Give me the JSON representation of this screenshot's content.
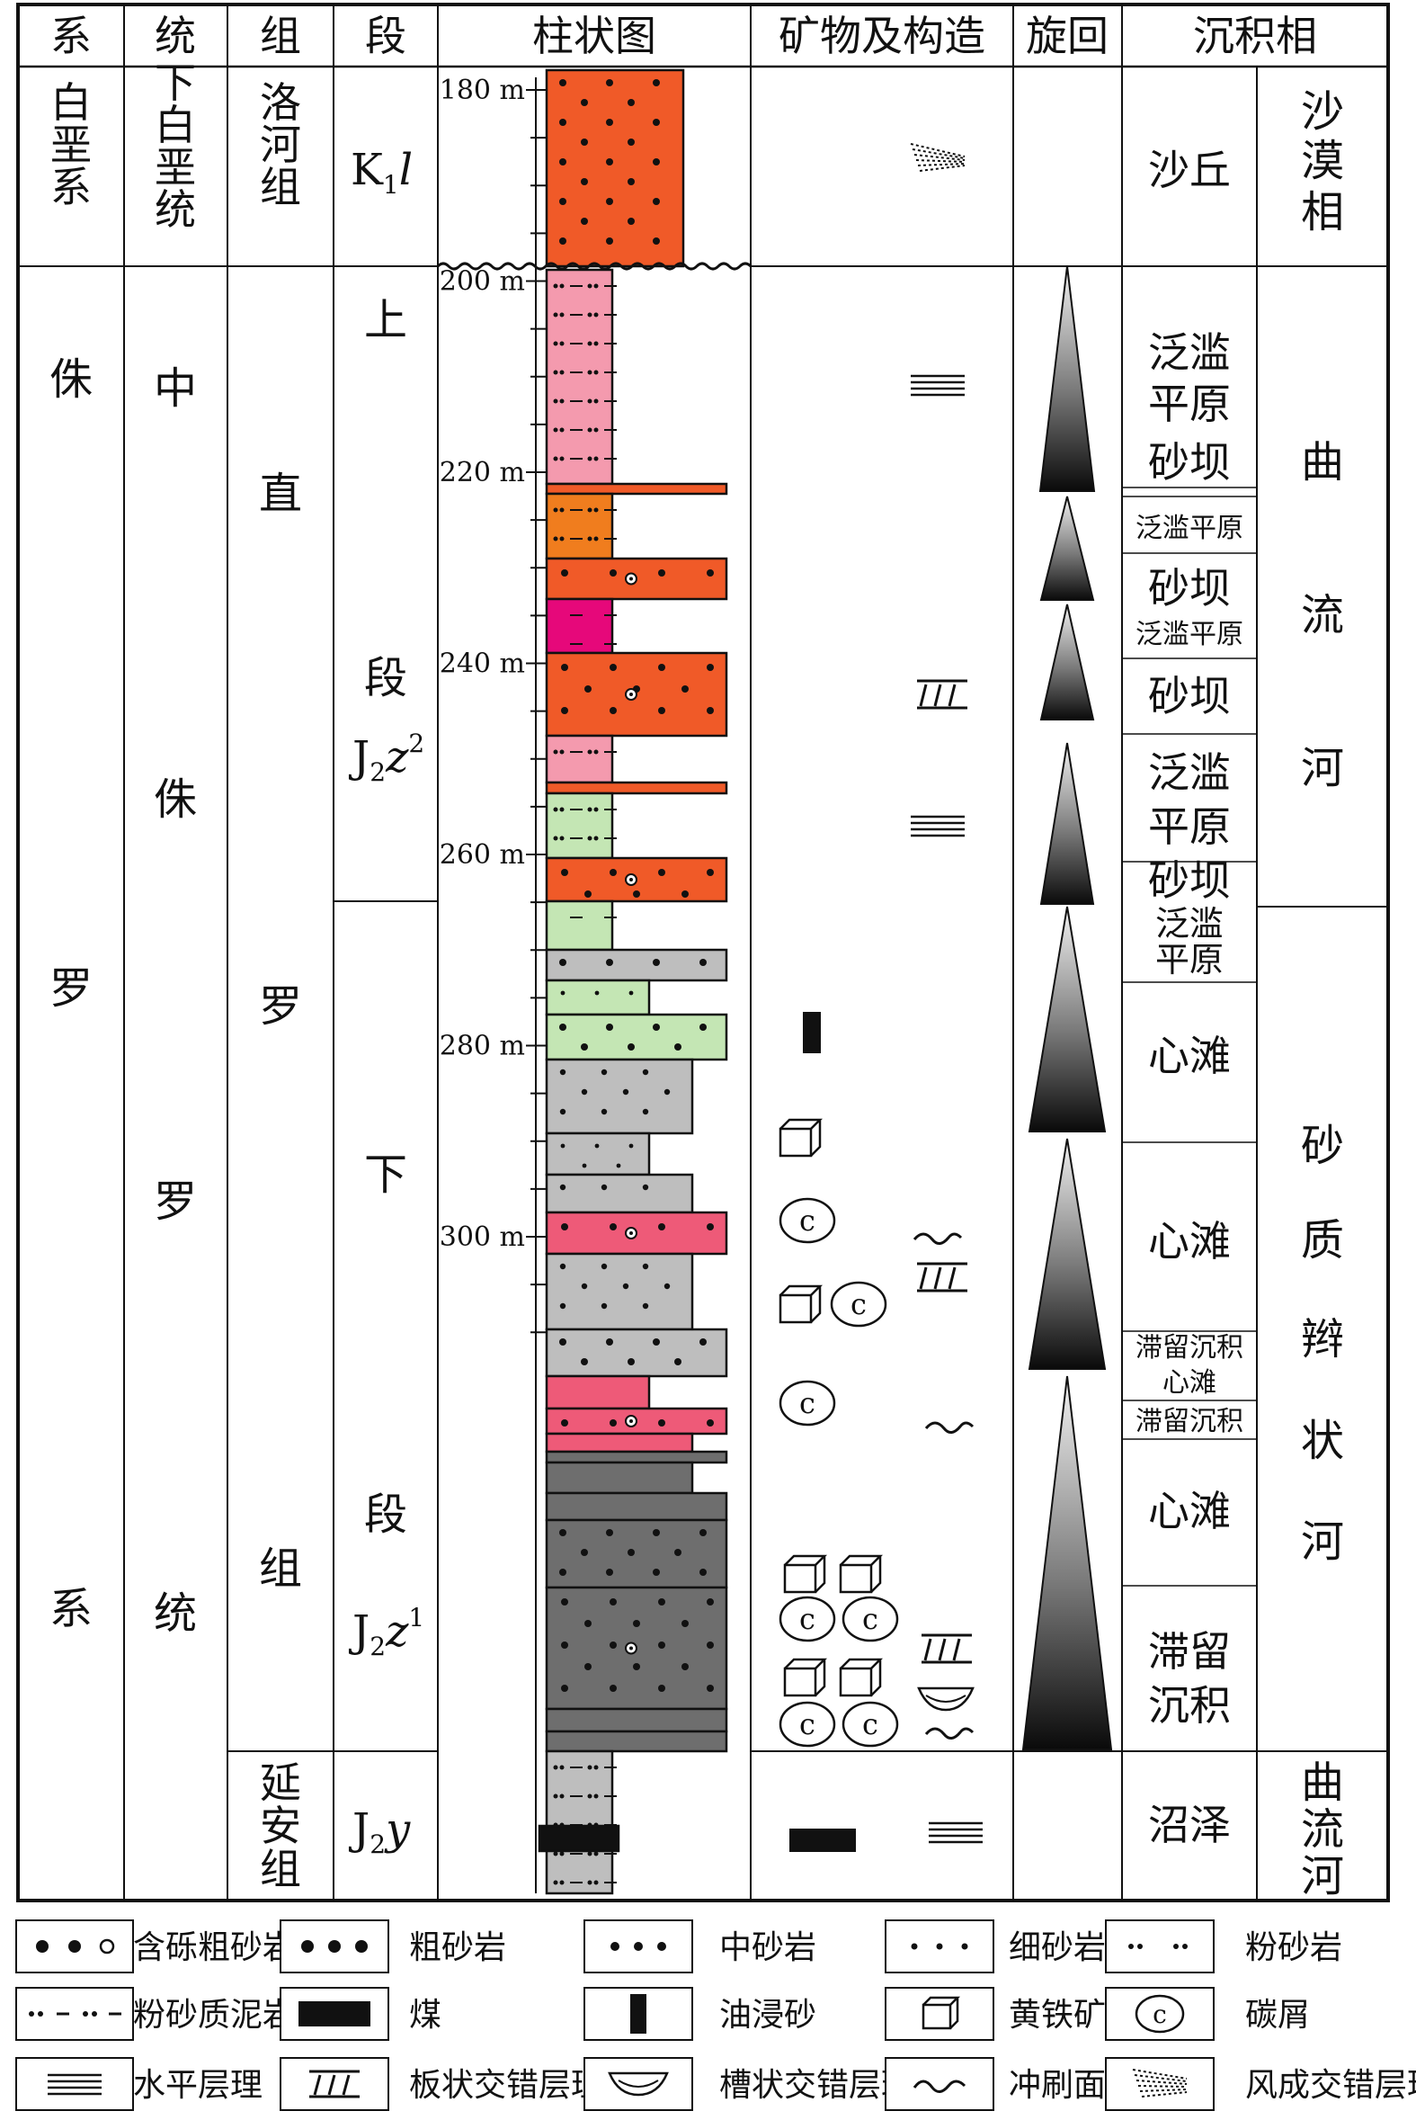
{
  "headers": {
    "system": "系",
    "series": "统",
    "formation": "组",
    "member": "段",
    "column": "柱状图",
    "minerals": "矿物及构造",
    "cycle": "旋回",
    "facies": "沉积相"
  },
  "strat": {
    "cretaceous_system": "白垩系",
    "lower_cretaceous_series": "下白垩统",
    "luohe_formation": "洛河组",
    "luohe_code_main": "K",
    "luohe_code_sub": "1",
    "luohe_code_italic": "l",
    "jurassic_system": [
      "侏",
      "罗",
      "系"
    ],
    "middle_jurassic_series": [
      "中",
      "侏",
      "罗",
      "统"
    ],
    "zhiluo_formation": [
      "直",
      "罗",
      "组"
    ],
    "upper_member": [
      "上",
      "段"
    ],
    "upper_member_code": {
      "main": "J",
      "sub": "2",
      "italic": "z",
      "sup": "2"
    },
    "lower_member": [
      "下",
      "段"
    ],
    "lower_member_code": {
      "main": "J",
      "sub": "2",
      "italic": "z",
      "sup": "1"
    },
    "yanan_formation": "延安组",
    "yanan_code": {
      "main": "J",
      "sub": "2",
      "italic": "y"
    }
  },
  "depth_labels": [
    "180 m",
    "200 m",
    "220 m",
    "240 m",
    "260 m",
    "280 m",
    "300 m"
  ],
  "facies_small": {
    "dune": "沙丘",
    "flood_plain_sandbar": "泛滥平原砂坝",
    "flood_plain": "泛滥平原",
    "sandbar": "砂坝",
    "flood_plain_2": "泛滥平原",
    "sandbar_2": "砂坝",
    "flood_plain_sandbar_2": "泛滥平原砂坝",
    "flood_plain_3": "泛滥平原",
    "channel_bar": "心滩",
    "channel_bar_2": "心滩",
    "lag_channel_bar": "滞留沉积心滩",
    "lag": "滞留沉积",
    "channel_bar_3": "心滩",
    "lag_2": "滞留沉积",
    "swamp": "沼泽"
  },
  "facies_large": {
    "desert": "沙漠相",
    "meandering": "曲流河",
    "braided": "砂质辫状河",
    "meandering_2": "曲流河"
  },
  "legend": [
    {
      "key": "pebbly_coarse",
      "label": "含砾粗砂岩"
    },
    {
      "key": "coarse",
      "label": "粗砂岩"
    },
    {
      "key": "medium",
      "label": "中砂岩"
    },
    {
      "key": "fine",
      "label": "细砂岩"
    },
    {
      "key": "silt",
      "label": "粉砂岩"
    },
    {
      "key": "silty_mud",
      "label": "粉砂质泥岩"
    },
    {
      "key": "coal",
      "label": "煤"
    },
    {
      "key": "oil_sand",
      "label": "油浸砂"
    },
    {
      "key": "pyrite",
      "label": "黄铁矿"
    },
    {
      "key": "carbon",
      "label": "碳屑"
    },
    {
      "key": "horizontal",
      "label": "水平层理"
    },
    {
      "key": "tabular",
      "label": "板状交错层理"
    },
    {
      "key": "trough",
      "label": "槽状交错层理"
    },
    {
      "key": "scour",
      "label": "冲刷面"
    },
    {
      "key": "aeolian",
      "label": "风成交错层理"
    }
  ],
  "symbol_text": {
    "carbon_mark": "c"
  },
  "colors": {
    "orange_red": "#F05A28",
    "pink": "#F49AAE",
    "orange": "#F07D1E",
    "magenta": "#E6087A",
    "green": "#C4E6B4",
    "light_gray": "#BEBEBE",
    "rose": "#EE5A78",
    "dark_gray": "#6E6E6E"
  }
}
